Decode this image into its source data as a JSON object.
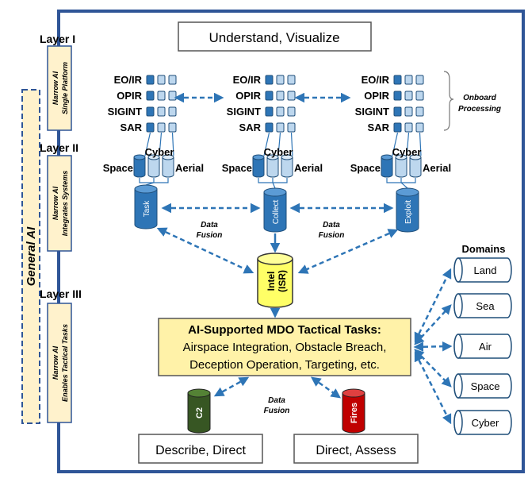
{
  "top_box": "Understand, Visualize",
  "layers": {
    "l1_title": "Layer I",
    "l1_a": "Narrow AI",
    "l1_b": "Single Platform",
    "l2_title": "Layer II",
    "l2_a": "Narrow AI",
    "l2_b": "Integrates Systems",
    "l3_title": "Layer III",
    "l3_a": "Narrow AI",
    "l3_b": "Enables Tactical Tasks"
  },
  "general_ai": "General AI",
  "sensors": [
    "EO/IR",
    "OPIR",
    "SIGINT",
    "SAR"
  ],
  "onboard": [
    "Onboard",
    "Processing"
  ],
  "cyber": "Cyber",
  "space": "Space",
  "aerial": "Aerial",
  "tanks": {
    "task": "Task",
    "collect": "Collect",
    "exploit": "Exploit"
  },
  "fusion": [
    "Data",
    "Fusion"
  ],
  "intel": [
    "Intel",
    "(ISR)"
  ],
  "domains": {
    "title": "Domains",
    "items": [
      "Land",
      "Sea",
      "Air",
      "Space",
      "Cyber"
    ]
  },
  "mdo": {
    "title": "AI-Supported MDO Tactical Tasks:",
    "line1": "Airspace Integration, Obstacle Breach,",
    "line2": "Deception Operation, Targeting, etc."
  },
  "c2": "C2",
  "fires": "Fires",
  "bottom_left": "Describe, Direct",
  "bottom_right": "Direct, Assess",
  "colors": {
    "frame": "#2f5597",
    "sensor_blue": "#2e75b6",
    "sensor_light": "#bdd7ee",
    "cyl_blue": "#2e75b6",
    "yellow": "#ffff66",
    "mdo_fill": "#fff2a8",
    "c2_green": "#375623",
    "fires_red": "#c00000",
    "layer_fill": "#fff2cc"
  }
}
